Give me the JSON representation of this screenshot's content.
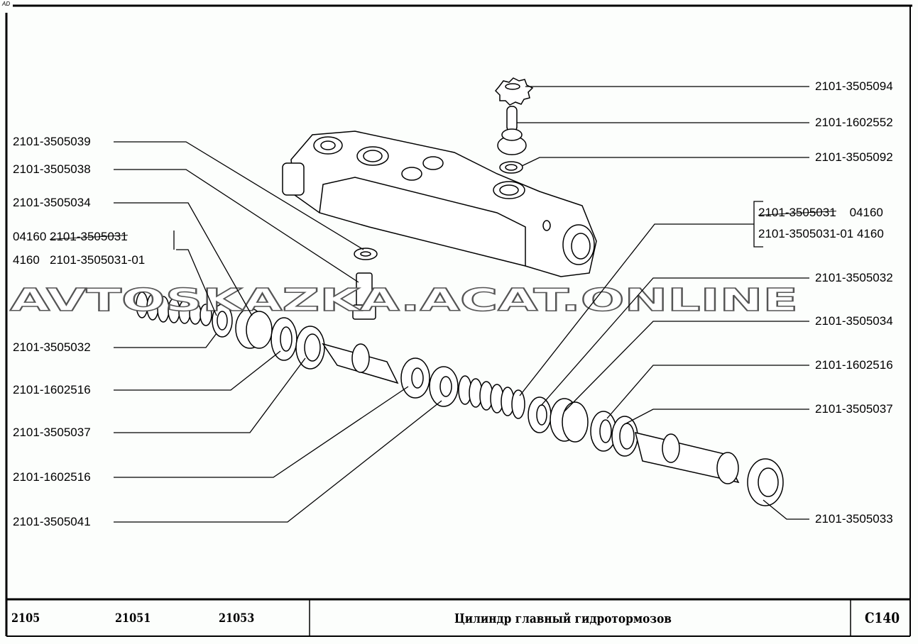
{
  "corner_mark": "AD",
  "watermark": "AVTOSKAZKA.ACAT.ONLINE",
  "left_labels": [
    {
      "text": "2101-3505039"
    },
    {
      "text": "2101-3505038"
    },
    {
      "text": "2101-3505034"
    },
    {
      "prefix": "04160",
      "text": "2101-3505031",
      "struck": true
    },
    {
      "prefix": "4160",
      "text": "2101-3505031-01"
    },
    {
      "text": "2101-3505032"
    },
    {
      "text": "2101-1602516"
    },
    {
      "text": "2101-3505037"
    },
    {
      "text": "2101-1602516"
    },
    {
      "text": "2101-3505041"
    }
  ],
  "right_labels": [
    {
      "text": "2101-3505094"
    },
    {
      "text": "2101-1602552"
    },
    {
      "text": "2101-3505092"
    },
    {
      "text": "2101-3505031",
      "suffix": "04160",
      "struck": true
    },
    {
      "text": "2101-3505031-01",
      "suffix": "4160"
    },
    {
      "text": "2101-3505032"
    },
    {
      "text": "2101-3505034"
    },
    {
      "text": "2101-1602516"
    },
    {
      "text": "2101-3505037"
    },
    {
      "text": "2101-3505033"
    }
  ],
  "footer": {
    "models": [
      "2105",
      "21051",
      "21053"
    ],
    "title": "Цилиндр главный гидротормозов",
    "code": "C140"
  }
}
